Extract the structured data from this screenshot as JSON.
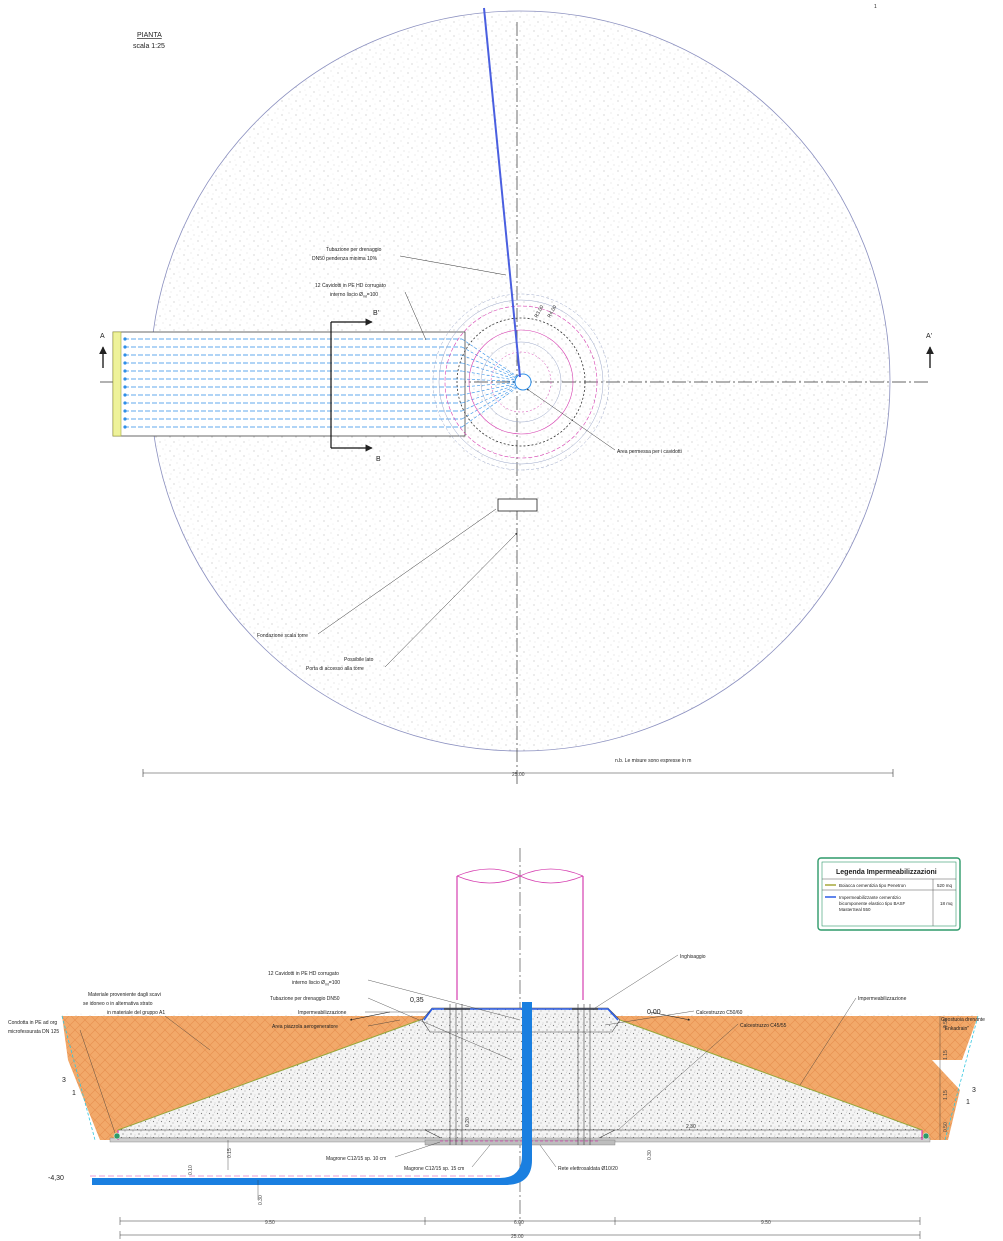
{
  "page_number": "1",
  "plan": {
    "title": "PIANTA",
    "scale": "scala 1:25",
    "section_a_left": "A",
    "section_a_right": "A'",
    "section_b_top": "B'",
    "section_b_bottom": "B",
    "ring_label_1": "R3.00",
    "ring_label_2": "R4.00",
    "note": "n.b.   Le misure sono espresse in m",
    "overall_dimension": "25.00",
    "callouts": {
      "drain_line1": "Tubazione per drenaggio",
      "drain_line2": "DN50 pendenza minima 10%",
      "conduits_line1": "12 Cavidotti in PE HD corrugato",
      "conduits_line2": "interno liscio Ø",
      "conduits_sub": "int",
      "conduits_tail": "=100",
      "area": "Area permessa per i cavidotti",
      "stair_foundation": "Fondazione scala torre",
      "door_line1": "Possibile lato",
      "door_line2": "Porta di accesso alla torre"
    }
  },
  "section": {
    "callouts": {
      "fill_material_line1": "Materiale proveniente dagli scavi",
      "fill_material_line2": "se idoneo o in alternativa strato",
      "fill_material_line3": "in materiale del gruppo A1",
      "drain_pipe_line1": "Condotta in PE ad org",
      "drain_pipe_line2": "microfessurata DN 125",
      "conduits_line1": "12 Cavidotti in PE HD corrugato",
      "conduits_line2": "interno liscio Ø",
      "conduits_sub": "int",
      "conduits_tail": "=100",
      "drain_dn50": "Tubazione per drenaggio DN50",
      "waterproofing": "Impermeabilizzazione",
      "platform": "Area piazzola aerogeneratore",
      "grouting": "Inghisaggio",
      "concrete_c50": "Calcestruzzo C50/60",
      "concrete_c45": "Calcestruzzo C45/55",
      "waterproofing_right": "Impermeabilizzazione",
      "geomat_line1": "Geostuoia drenante",
      "geomat_line2": "\"Enkadrain\"",
      "lean_10": "Magrone C12/15 sp. 10 cm",
      "lean_15": "Magrone C12/15 sp. 15 cm",
      "mesh": "Rete elettrosaldata Ø10/20"
    },
    "levels": {
      "top_left": "0,35",
      "top_right": "0,00",
      "bottom": "-4,30",
      "inner": "2,30"
    },
    "slopes": {
      "left_v": "3",
      "left_h": "1",
      "right_v": "3",
      "right_h": "1"
    },
    "dimensions": {
      "bottom_left": "9.50",
      "bottom_center": "6.00",
      "bottom_right": "9.50",
      "bottom_total": "25.00",
      "v_010": "0.10",
      "v_015": "0.15",
      "v_030": "0.30",
      "v_020": "0.20",
      "v_right_1": "0.50",
      "v_right_2": "1.15",
      "v_right_3": "1.15",
      "v_right_4": "0.50"
    }
  },
  "legend": {
    "title": "Legenda Impermeabilizzazioni",
    "rows": [
      {
        "text": "Boiacca cementizia tipo Penetron",
        "qty": "520 mq",
        "color": "#a6a83a"
      },
      {
        "text_lines": [
          "Impermeabilizzante cementizio",
          "bicomponente elastico tipo BASF",
          "MasterSeal 550"
        ],
        "qty": "18 mq",
        "color": "#2b5ce6"
      }
    ]
  },
  "colors": {
    "drain_blue": "#4a5fe0",
    "conduit_blue": "#2f8fe8",
    "pipe_blue": "#1a7fe0",
    "magenta": "#d63fb0",
    "soil": "#f2a96a",
    "legend_border": "#2e9a6a",
    "waterproof_green": "#9aa83a",
    "cyan_slope": "#33c7e0"
  }
}
